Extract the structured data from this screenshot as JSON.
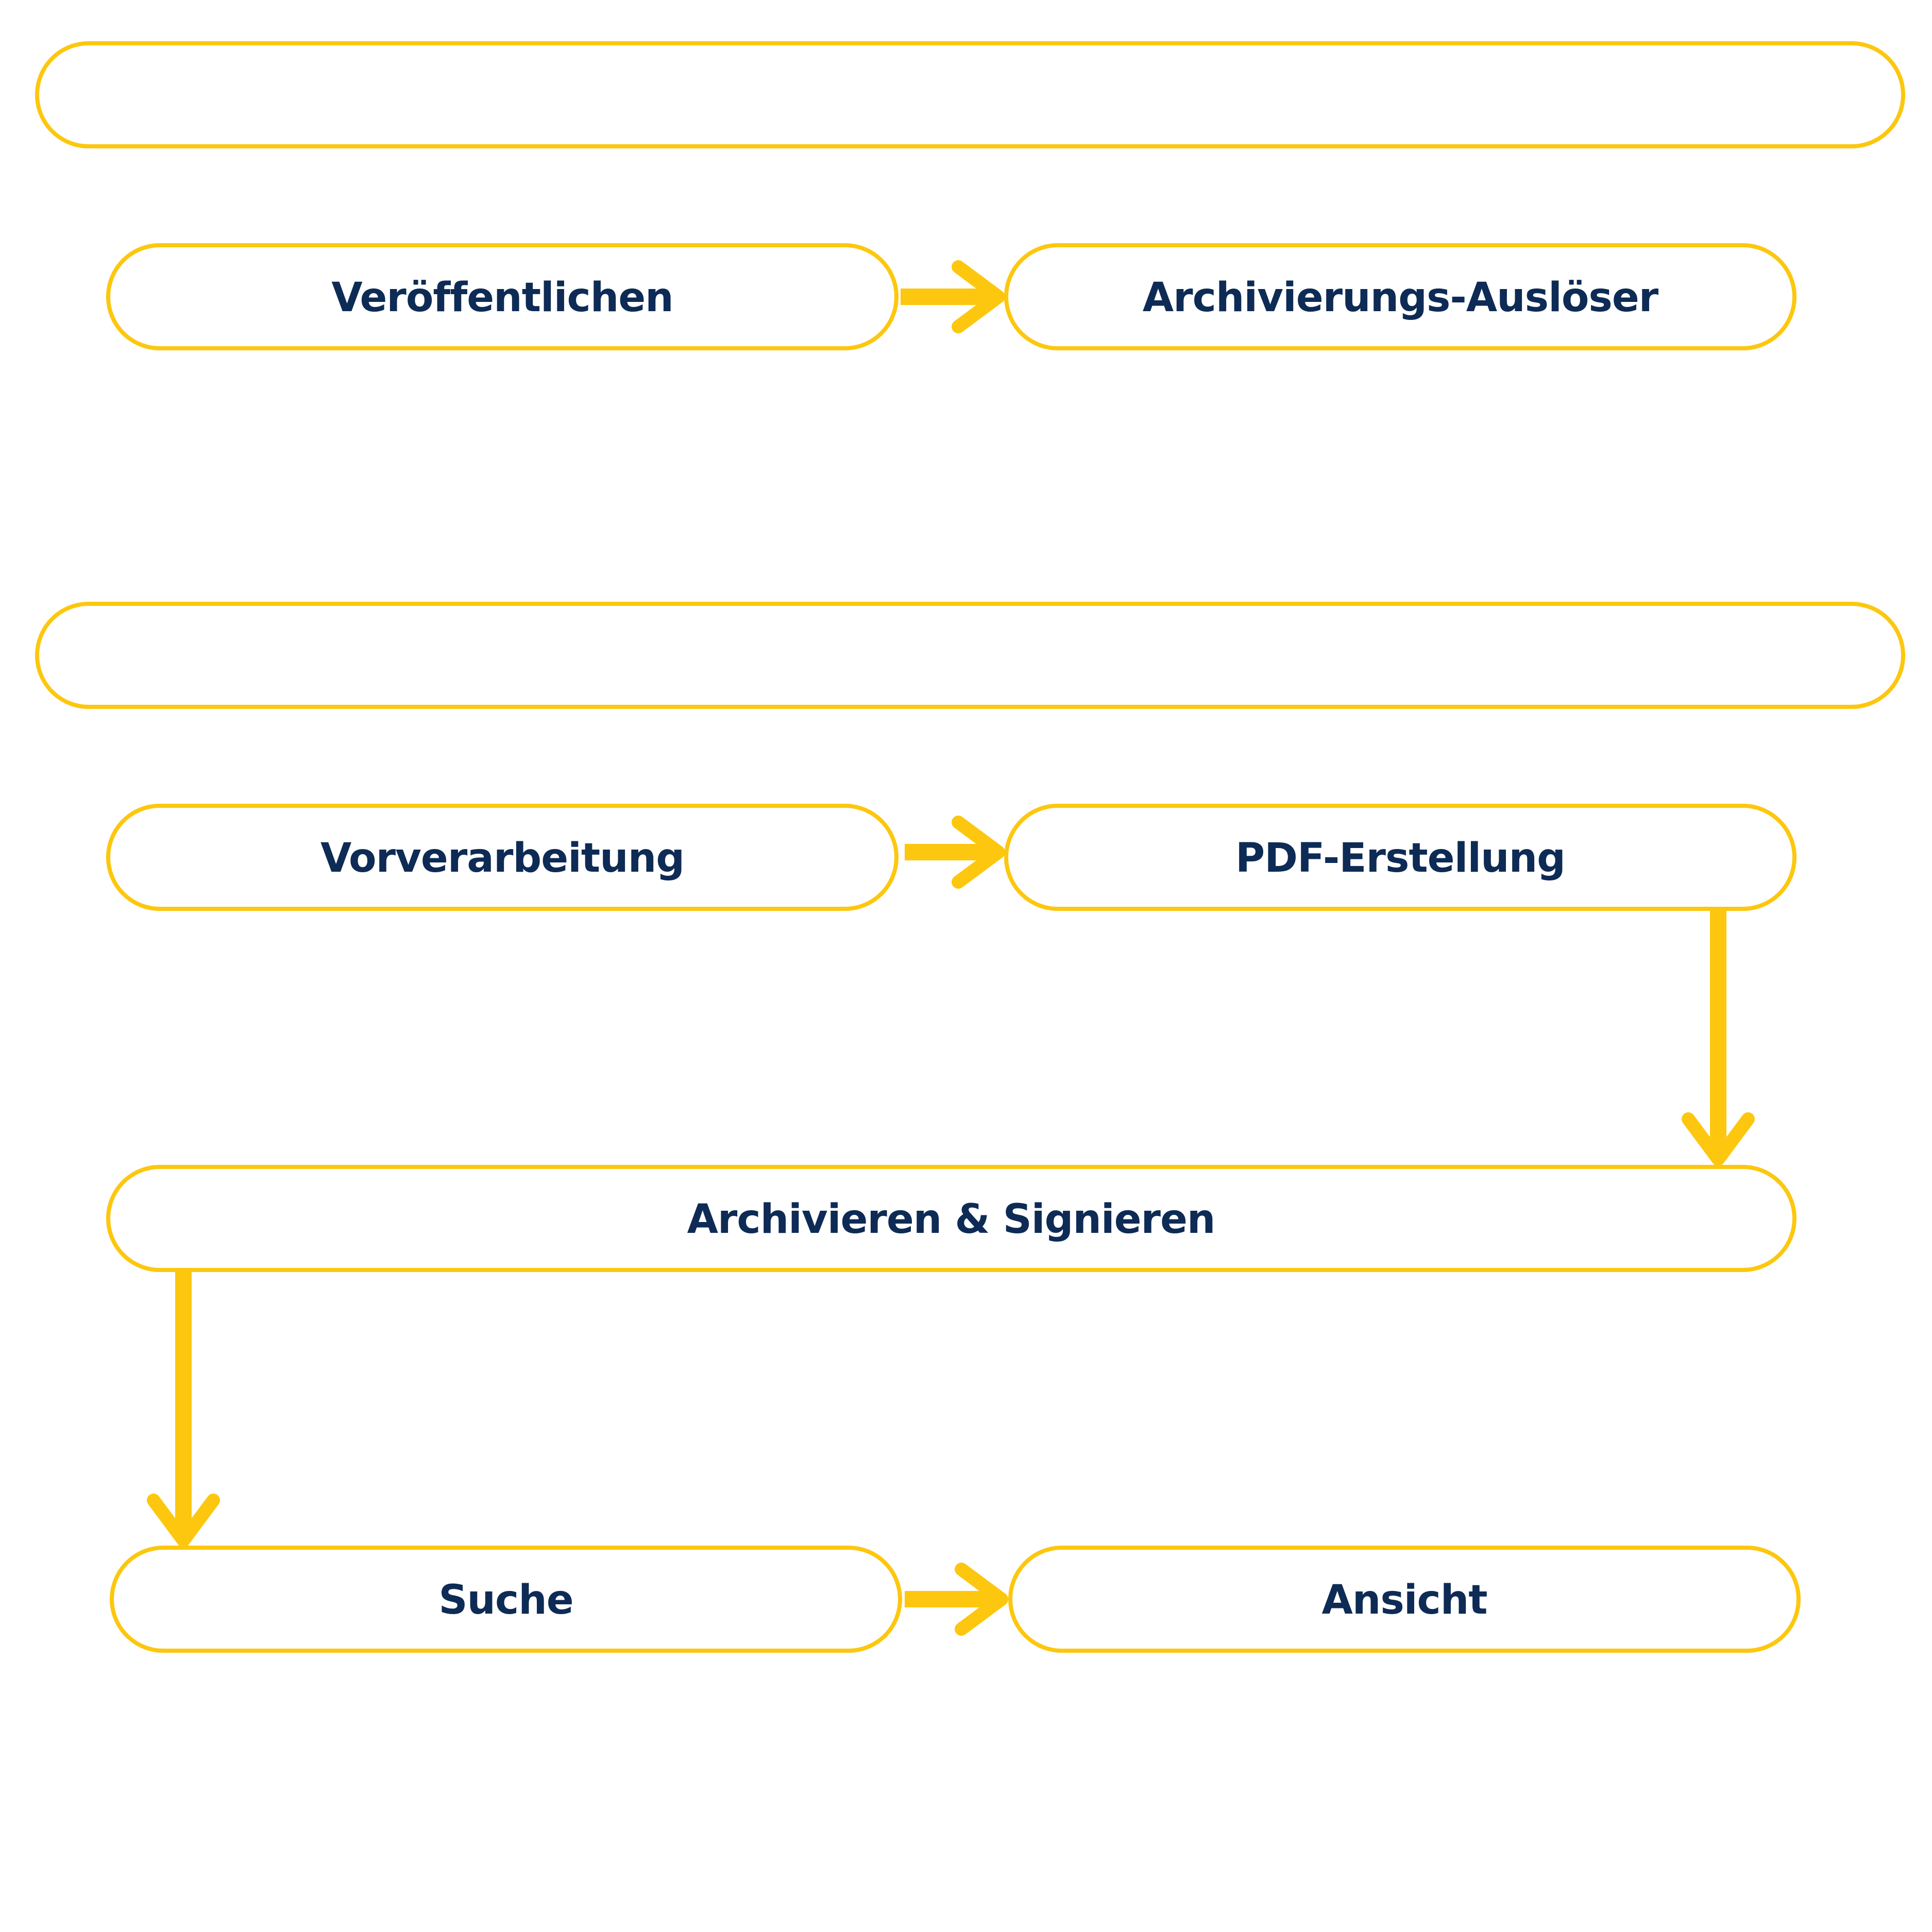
{
  "colors": {
    "accent": "#FCC70E",
    "text": "#0D2B55",
    "background": "#FFFFFF"
  },
  "header_bars": [
    {
      "label": ""
    },
    {
      "label": ""
    }
  ],
  "nodes": {
    "publish": {
      "label": "Veröffentlichen"
    },
    "archive_trigger": {
      "label": "Archivierungs-Auslöser"
    },
    "preprocessing": {
      "label": "Vorverarbeitung"
    },
    "pdf_creation": {
      "label": "PDF-Erstellung"
    },
    "archive_sign": {
      "label": "Archivieren & Signieren"
    },
    "search": {
      "label": "Suche"
    },
    "view": {
      "label": "Ansicht"
    }
  }
}
